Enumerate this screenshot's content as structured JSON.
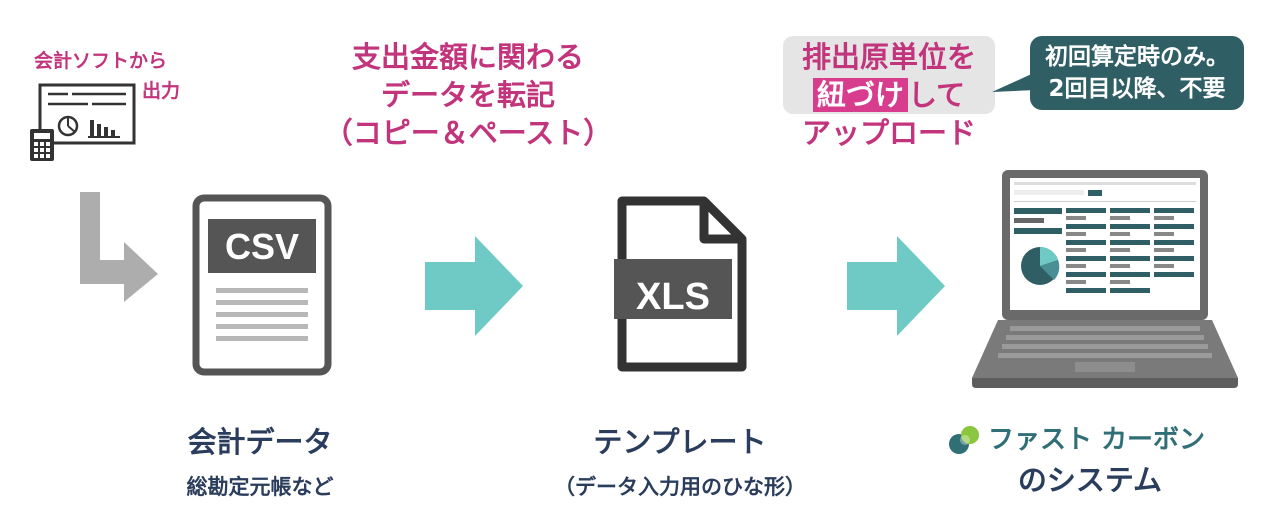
{
  "source": {
    "line1": "会計ソフトから",
    "line2": "出力"
  },
  "note_copy": {
    "line1": "支出金額に関わる",
    "line2": "データを転記",
    "line3": "（コピー＆ペースト）"
  },
  "note_upload": {
    "line1": "排出原単位を",
    "highlight": "紐づけ",
    "line2_rest": "して",
    "line3": "アップロード"
  },
  "speech": {
    "line1": "初回算定時のみ。",
    "line2": "2回目以降、不要"
  },
  "csv": {
    "badge": "CSV",
    "title": "会計データ",
    "subtitle": "総勘定元帳など"
  },
  "xls": {
    "badge": "XLS",
    "title": "テンプレート",
    "subtitle": "（データ入力用のひな形）"
  },
  "system": {
    "brand": "ファスト カーボン",
    "subtitle": "のシステム"
  },
  "colors": {
    "accent_pink": "#c2347c",
    "teal": "#6fcac6",
    "navy": "#2b3d5c",
    "speech_bg": "#2f5f65",
    "doc_gray": "#555555"
  },
  "icons": [
    "ledger-monitor-icon",
    "calculator-icon",
    "csv-file-icon",
    "xls-file-icon",
    "laptop-icon",
    "brand-logo-icon"
  ]
}
